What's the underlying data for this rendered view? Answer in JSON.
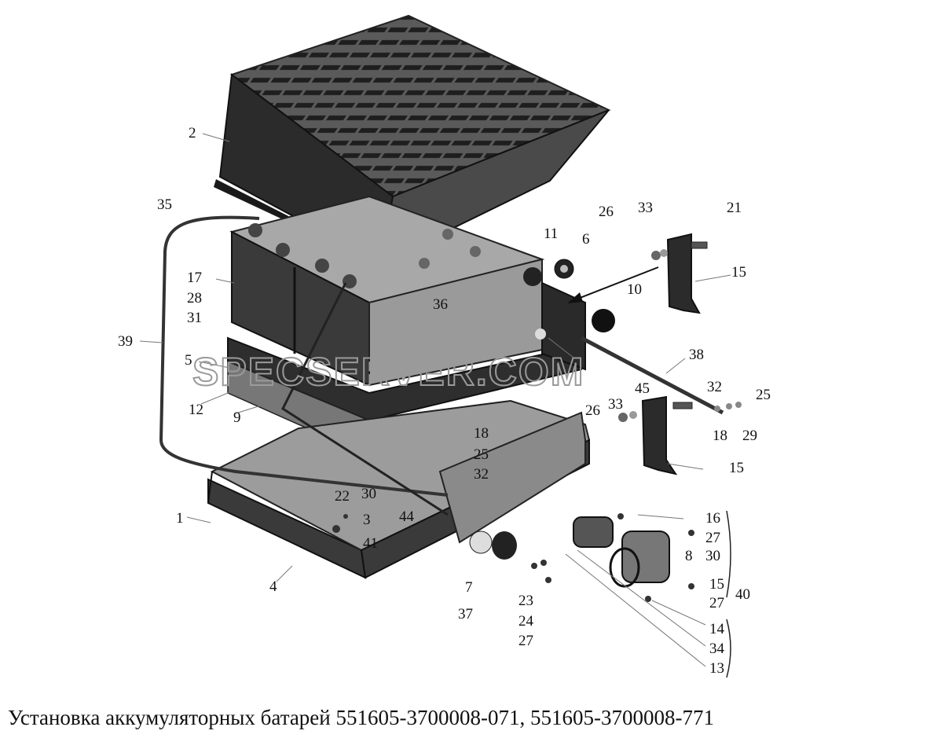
{
  "watermark": "SPECSERVER.COM",
  "caption": "Установка аккумуляторных батарей 551605-3700008-071, 551605-3700008-771",
  "callouts": [
    "2",
    "35",
    "26",
    "33",
    "21",
    "11",
    "6",
    "15",
    "17",
    "28",
    "31",
    "10",
    "36",
    "39",
    "5",
    "38",
    "45",
    "32",
    "25",
    "12",
    "9",
    "26",
    "33",
    "18",
    "29",
    "18",
    "25",
    "32",
    "15",
    "22",
    "30",
    "1",
    "3",
    "44",
    "16",
    "27",
    "41",
    "8",
    "30",
    "4",
    "7",
    "15",
    "27",
    "40",
    "37",
    "23",
    "24",
    "27",
    "14",
    "34",
    "13"
  ]
}
